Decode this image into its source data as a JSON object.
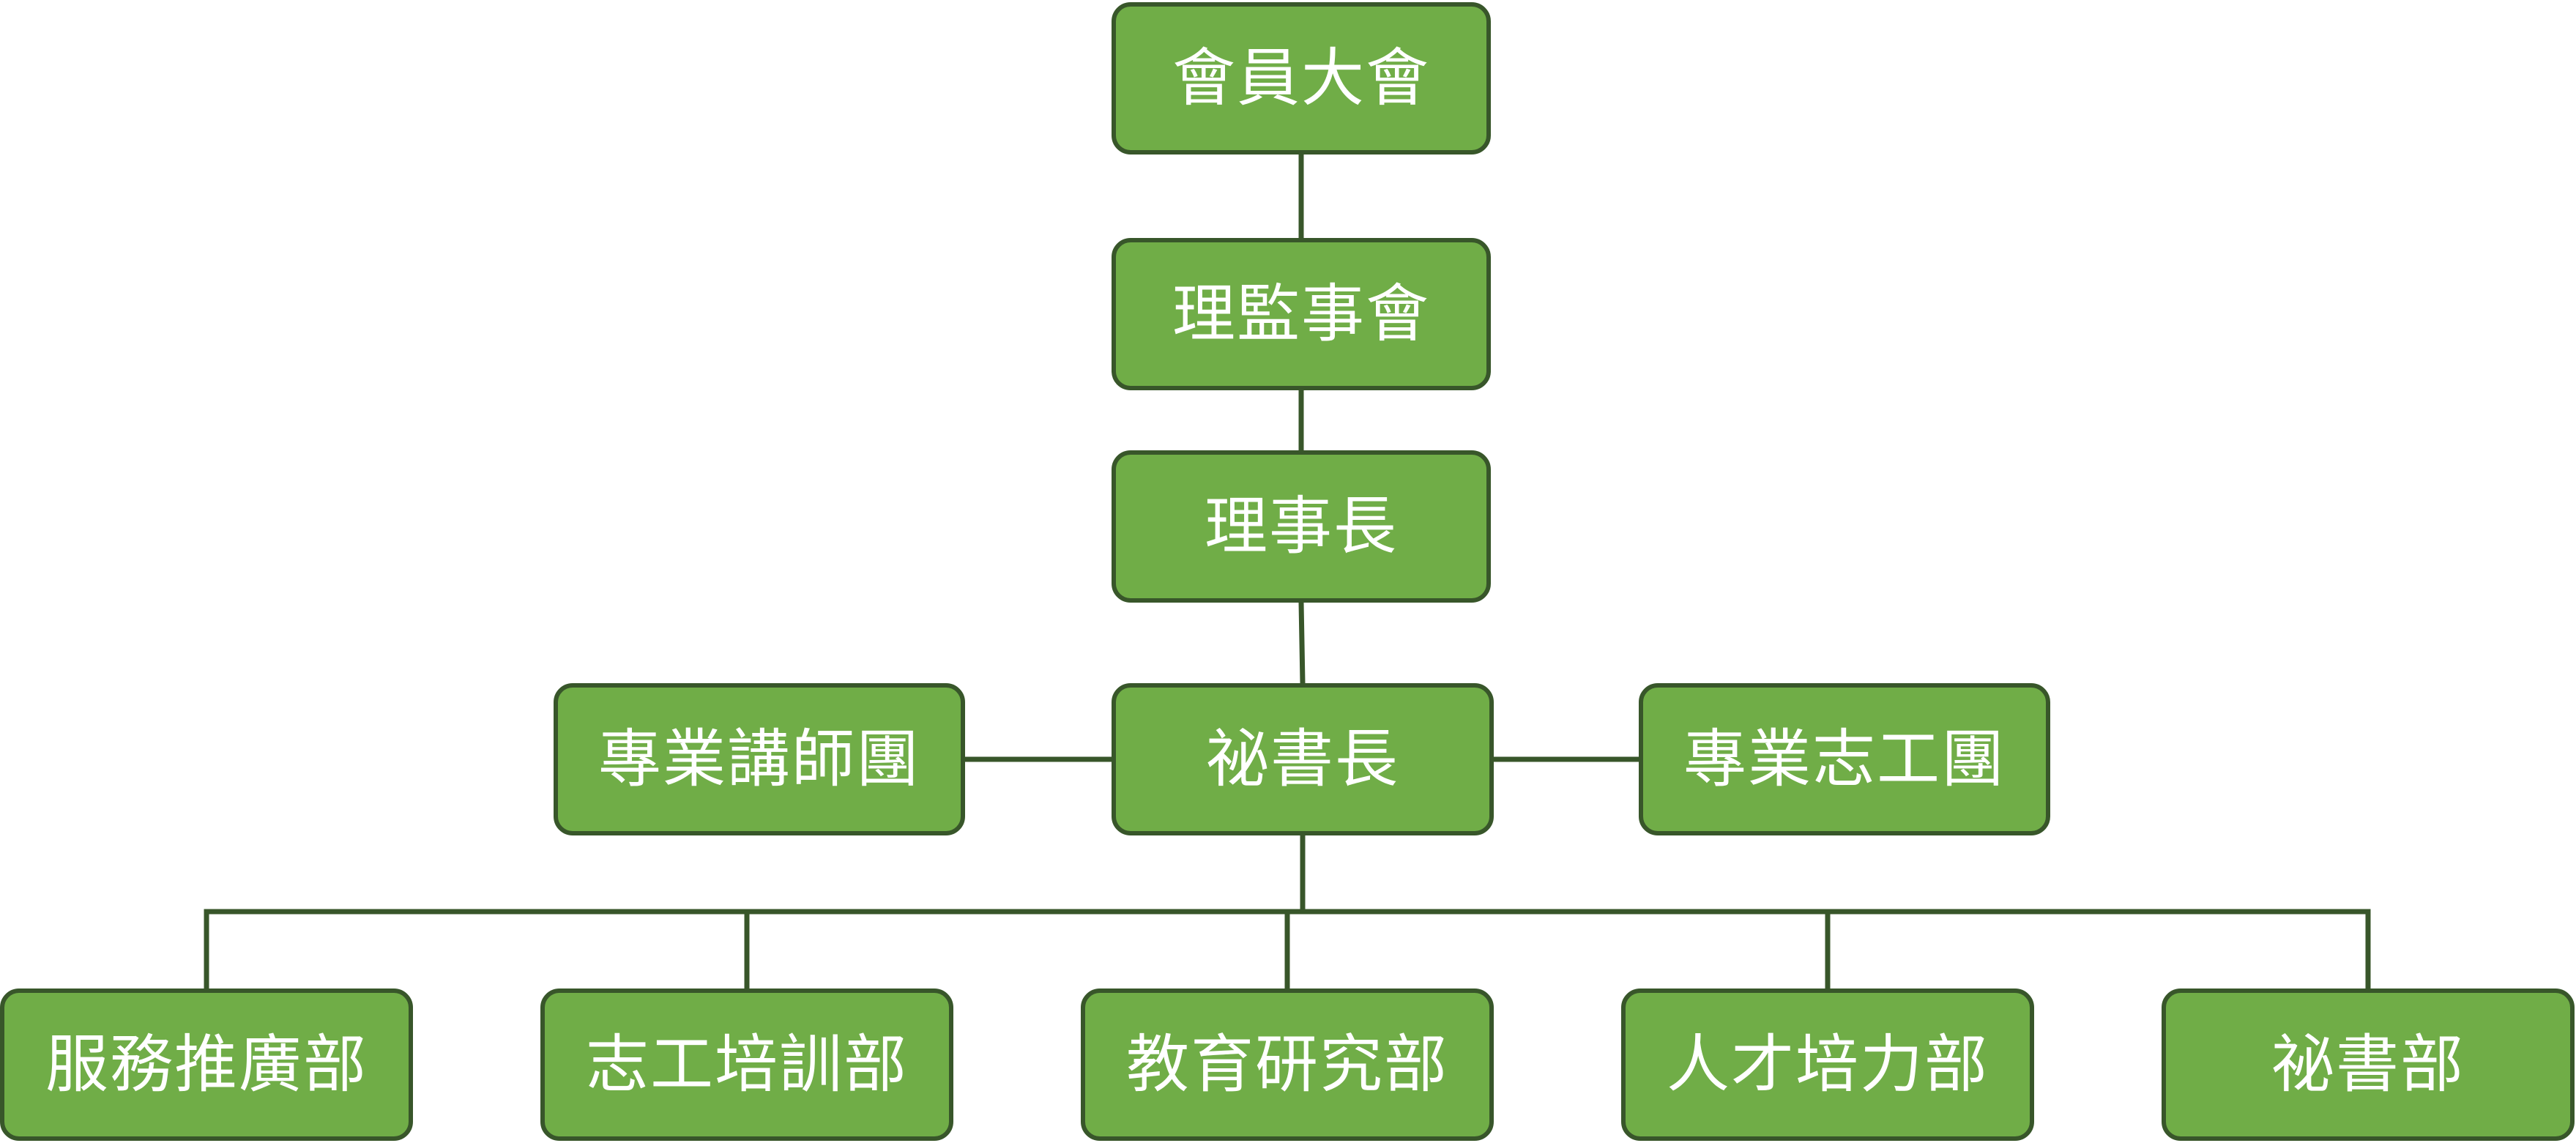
{
  "nodes": {
    "general_assembly": "會員大會",
    "board": "理監事會",
    "chairman": "理事長",
    "secretary_general": "祕書長",
    "lecturer_team": "專業講師團",
    "volunteer_team": "專業志工團",
    "service_dept": "服務推廣部",
    "volunteer_training_dept": "志工培訓部",
    "education_research_dept": "教育研究部",
    "talent_dept": "人才培力部",
    "secretariat_dept": "祕書部"
  },
  "colors": {
    "node_fill": "#70ad47",
    "node_border": "#38562a",
    "connector": "#38562a",
    "text": "#ffffff"
  }
}
